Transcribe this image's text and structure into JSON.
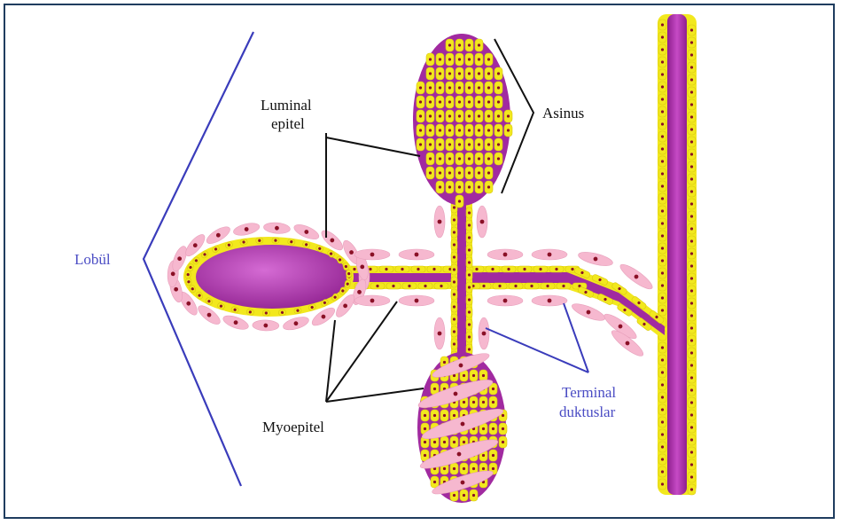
{
  "labels": {
    "lobul": "Lobül",
    "luminal_line1": "Luminal",
    "luminal_line2": "epitel",
    "asinus": "Asinus",
    "myoepitel": "Myoepitel",
    "terminal_line1": "Terminal",
    "terminal_line2": "duktuslar"
  },
  "colors": {
    "border": "#1f3d5f",
    "lumen": "#a12aa0",
    "luminal_cell": "#f2e81e",
    "myoepithelial_cell": "#f6b8cf",
    "nucleus": "#8a1026",
    "pointer_dark": "#111111",
    "pointer_blue": "#3a3cbb",
    "label_blue": "#4a4cc4"
  }
}
